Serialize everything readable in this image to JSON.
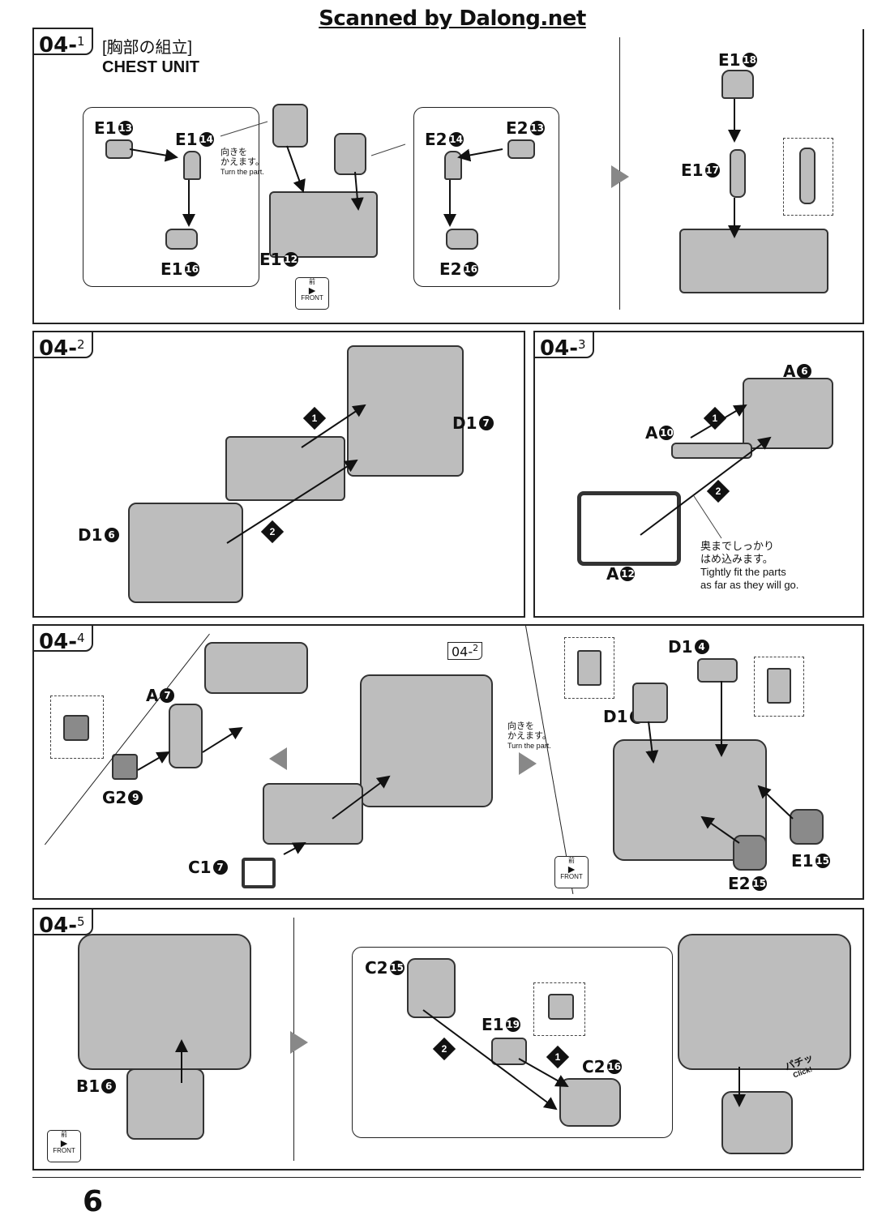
{
  "watermark": "Scanned by Dalong.net",
  "page_number": "6",
  "steps": {
    "s1": {
      "major": "04",
      "minor": "1",
      "title_jp": "[胸部の組立]",
      "title_en": "CHEST UNIT"
    },
    "s2": {
      "major": "04",
      "minor": "2"
    },
    "s3": {
      "major": "04",
      "minor": "3"
    },
    "s4": {
      "major": "04",
      "minor": "4"
    },
    "s5": {
      "major": "04",
      "minor": "5"
    }
  },
  "notes": {
    "turn_jp": "向きを\nかえます。",
    "turn_en": "Turn the part.",
    "fit_jp": "奥までしっかり\nはめ込みます。",
    "fit_en": "Tightly fit the parts\nas far as they will go.",
    "front_jp": "前",
    "front_en": "FRONT",
    "click_jp": "パチッ",
    "click_en": "Click!"
  },
  "ref_label": {
    "major": "04",
    "minor": "2"
  },
  "seq_marks": {
    "one": "1",
    "two": "2"
  },
  "labels": {
    "s1": [
      {
        "p": "E1",
        "n": "13"
      },
      {
        "p": "E1",
        "n": "14"
      },
      {
        "p": "E1",
        "n": "16"
      },
      {
        "p": "E1",
        "n": "12"
      },
      {
        "p": "E2",
        "n": "14"
      },
      {
        "p": "E2",
        "n": "13"
      },
      {
        "p": "E2",
        "n": "16"
      },
      {
        "p": "E1",
        "n": "18"
      },
      {
        "p": "E1",
        "n": "17"
      }
    ],
    "s2": [
      {
        "p": "D1",
        "n": "7"
      },
      {
        "p": "D1",
        "n": "6"
      }
    ],
    "s3": [
      {
        "p": "A",
        "n": "6"
      },
      {
        "p": "A",
        "n": "10"
      },
      {
        "p": "A",
        "n": "12"
      }
    ],
    "s4": [
      {
        "p": "A",
        "n": "7"
      },
      {
        "p": "G2",
        "n": "9"
      },
      {
        "p": "C1",
        "n": "7"
      },
      {
        "p": "D1",
        "n": "4"
      },
      {
        "p": "D1",
        "n": "5"
      },
      {
        "p": "E1",
        "n": "15"
      },
      {
        "p": "E2",
        "n": "15"
      }
    ],
    "s5": [
      {
        "p": "B1",
        "n": "6"
      },
      {
        "p": "C2",
        "n": "15"
      },
      {
        "p": "E1",
        "n": "19"
      },
      {
        "p": "C2",
        "n": "16"
      }
    ]
  },
  "colors": {
    "line": "#222222",
    "part_fill": "#bdbdbd",
    "part_dark": "#8a8a8a",
    "background": "#ffffff"
  }
}
